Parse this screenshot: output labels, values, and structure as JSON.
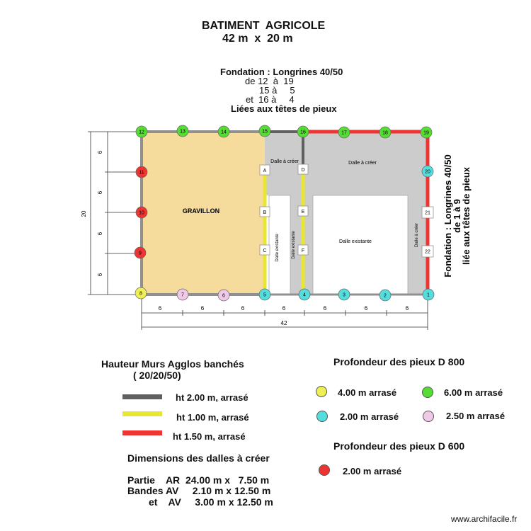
{
  "title": {
    "line1": "BATIMENT  AGRICOLE",
    "line2": "42 m  x  20 m"
  },
  "foundation_note": {
    "line1": "Fondation : Longrines 40/50",
    "line2": "de 12  à  19",
    "line3": "15 à     5",
    "line4": "et  16 à     4",
    "line5": "Liées aux têtes de pieux"
  },
  "side_note": {
    "line1": "Fondation : Longrines 40/50",
    "line2": "de 1 à 9",
    "line3": "liée aux têtes de pieux"
  },
  "plan": {
    "gravel_label": "GRAVILLON",
    "slab_create_left": "Dalle à créer",
    "slab_create_right": "Dalle à créer",
    "slab_existing_main": "Dalle existante",
    "slab_existing_band1": "Dalle existante",
    "slab_existing_band2": "Dalle existante",
    "slab_create_vertical": "Dalle à créer",
    "markers": [
      "A",
      "B",
      "C",
      "D",
      "E",
      "F"
    ],
    "piles": [
      {
        "id": "12",
        "color": "#55dd33"
      },
      {
        "id": "13",
        "color": "#55dd33"
      },
      {
        "id": "14",
        "color": "#55dd33"
      },
      {
        "id": "15",
        "color": "#55dd33"
      },
      {
        "id": "16",
        "color": "#55dd33"
      },
      {
        "id": "17",
        "color": "#55dd33"
      },
      {
        "id": "18",
        "color": "#55dd33"
      },
      {
        "id": "19",
        "color": "#55dd33"
      },
      {
        "id": "20",
        "color": "#55dddd"
      },
      {
        "id": "21",
        "color": "#ffffff"
      },
      {
        "id": "22",
        "color": "#ffffff"
      },
      {
        "id": "11",
        "color": "#ee3333"
      },
      {
        "id": "10",
        "color": "#ee3333"
      },
      {
        "id": "9",
        "color": "#ee3333"
      },
      {
        "id": "8",
        "color": "#eeee55"
      },
      {
        "id": "7",
        "color": "#f0c8e8"
      },
      {
        "id": "6",
        "color": "#f0c8e8"
      },
      {
        "id": "5",
        "color": "#55dddd"
      },
      {
        "id": "4",
        "color": "#55dddd"
      },
      {
        "id": "3",
        "color": "#55dddd"
      },
      {
        "id": "2",
        "color": "#55dddd"
      },
      {
        "id": "1",
        "color": "#55dddd"
      }
    ],
    "dims_bottom": [
      "6",
      "6",
      "6",
      "6",
      "6",
      "6",
      "6"
    ],
    "dim_total_bottom": "42",
    "dims_left": [
      "6",
      "6",
      "6",
      "6"
    ],
    "dim_total_left": "20"
  },
  "walls_legend": {
    "title_line1": "Hauteur Murs Agglos banchés",
    "title_line2": "( 20/20/50)",
    "items": [
      {
        "label": "ht 2.00 m, arrasé",
        "color": "#606060"
      },
      {
        "label": "ht 1.00 m, arrasé",
        "color": "#e6e633"
      },
      {
        "label": "ht 1.50 m, arrasé",
        "color": "#ee3333"
      }
    ]
  },
  "slabs_legend": {
    "title": "Dimensions des dalles à créer",
    "row1": "Partie    AR  24.00 m x   7.50 m",
    "row2": "Bandes AV     2.10 m x 12.50 m",
    "row3": "et    AV     3.00 m x 12.50 m"
  },
  "piles800_legend": {
    "title": "Profondeur des pieux D 800",
    "items": [
      {
        "label": "4.00 m arrasé",
        "color": "#eeee55"
      },
      {
        "label": "6.00 m arrasé",
        "color": "#55dd33"
      },
      {
        "label": "2.00 m arrasé",
        "color": "#55dddd"
      },
      {
        "label": "2.50 m arrasé",
        "color": "#f0c8e8"
      }
    ]
  },
  "piles600_legend": {
    "title": "Profondeur des pieux D 600",
    "items": [
      {
        "label": "2.00 m arrasé",
        "color": "#ee3333"
      }
    ]
  },
  "footer": {
    "site": "www.archifacile.fr"
  }
}
